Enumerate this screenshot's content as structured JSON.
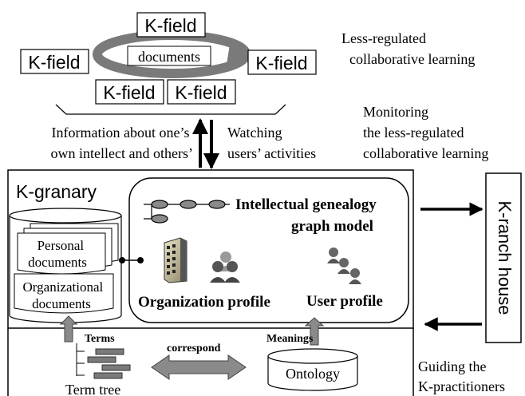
{
  "kfields": {
    "label": "K-field",
    "documents_label": "documents",
    "caption_line1": "Less-regulated",
    "caption_line2": "collaborative learning"
  },
  "flow": {
    "up_line1": "Information about one’s",
    "up_line2": "own intellect and others’",
    "down_line1": "Watching",
    "down_line2": "users’ activities"
  },
  "monitoring": {
    "line1": "Monitoring",
    "line2": "the less-regulated",
    "line3": "collaborative learning"
  },
  "granary": {
    "title": "K-granary",
    "personal_line1": "Personal",
    "personal_line2": "documents",
    "org_line1": "Organizational",
    "org_line2": "documents",
    "genealogy_line1": "Intellectual genealogy",
    "genealogy_line2": "graph model",
    "org_profile": "Organization profile",
    "user_profile": "User profile"
  },
  "bottom": {
    "terms": "Terms",
    "term_tree": "Term tree",
    "correspond": "correspond",
    "meanings": "Meanings",
    "ontology": "Ontology"
  },
  "ranch": {
    "label": "K-ranch house",
    "guiding_line1": "Guiding the",
    "guiding_line2": "K-practitioners"
  }
}
